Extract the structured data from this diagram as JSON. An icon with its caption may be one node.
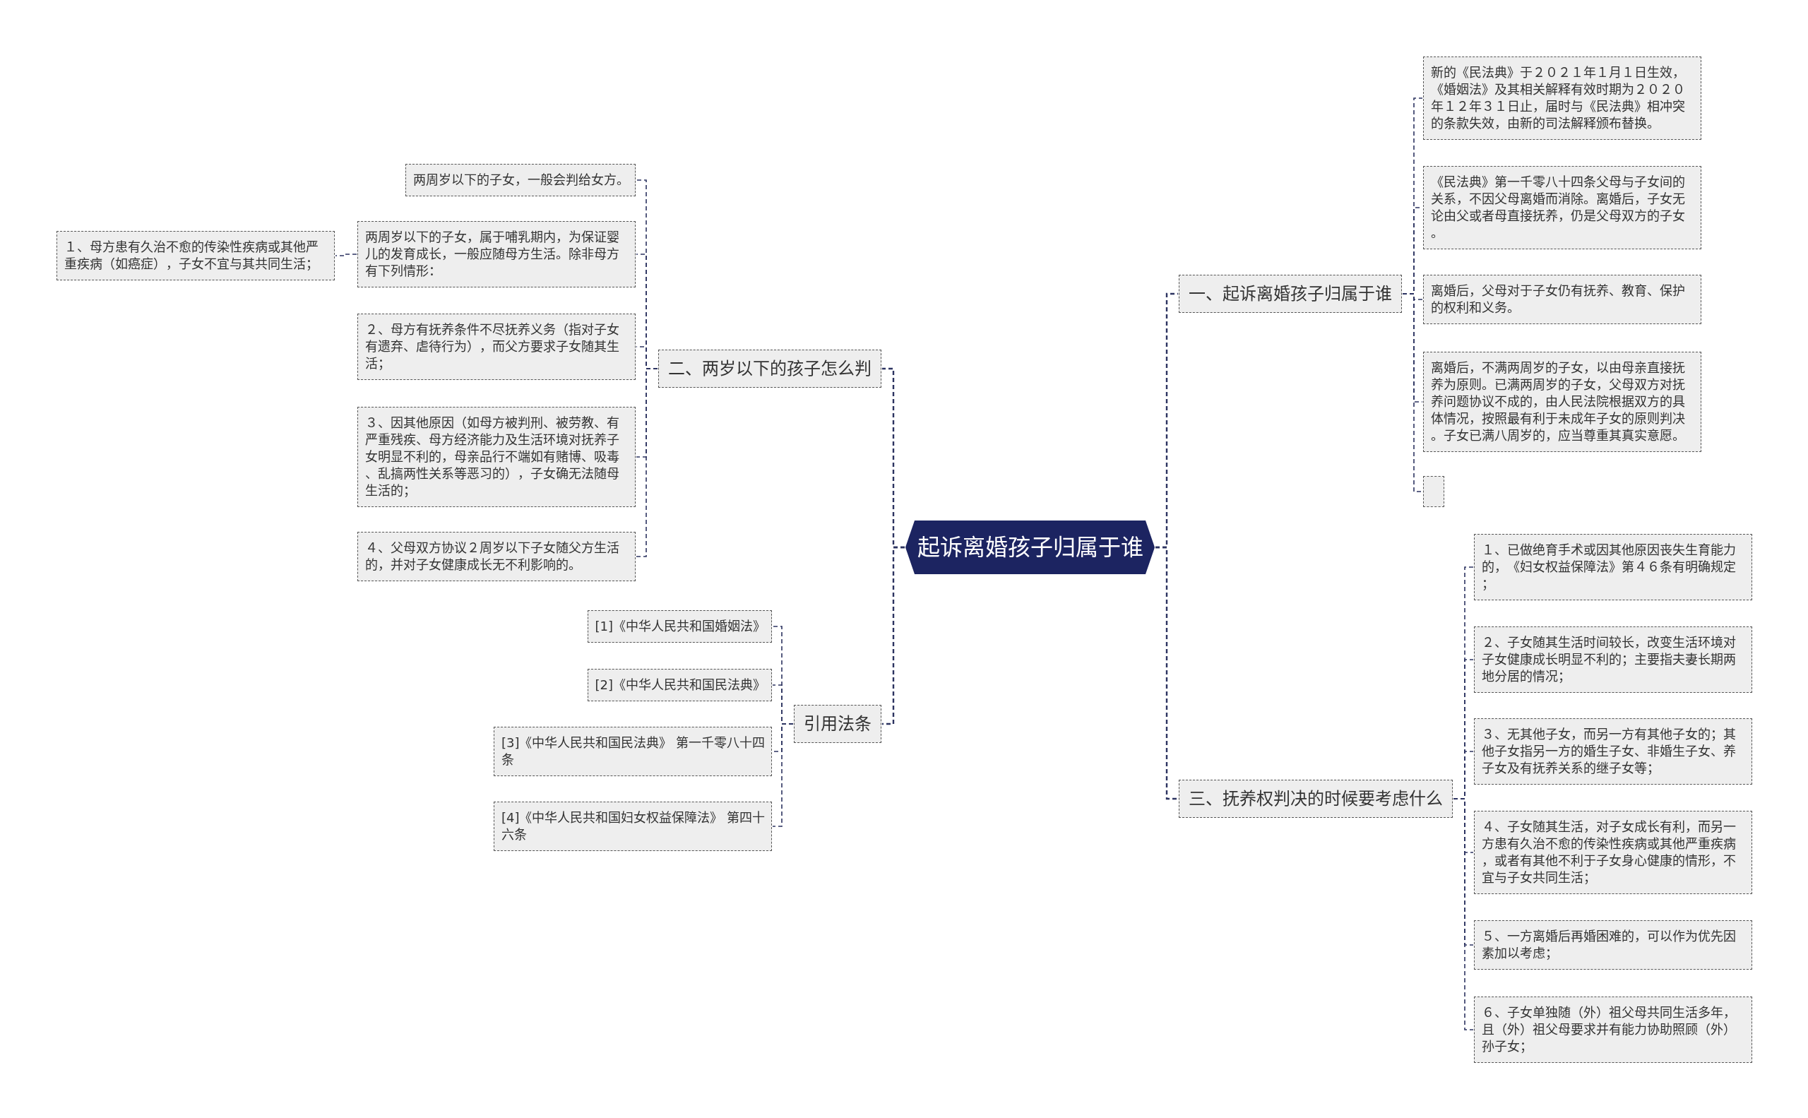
{
  "diagram": {
    "nodes": [
      {
        "text": [
          "起诉离婚孩子归属于谁"
        ]
      },
      {
        "text": [
          "一、起诉离婚孩子归属于谁"
        ]
      },
      {
        "text": [
          "新的《民法典》于２０２１年１月１日生效，《婚姻法》及其相关解释有效时期为２０２０年１２年３１日止，届时与《民法典》相冲突的条款失效，由新的司法解释颁布替换。"
        ]
      },
      {
        "text": [
          "《民法典》第一千零八十四条父母与子女间的关系，不因父母离婚而消除。离婚后，子女无论由父或者母直接抚养，仍是父母双方的子女。"
        ]
      },
      {
        "text": [
          "离婚后，父母对于子女仍有抚养、教育、保护的权利和义务。"
        ]
      },
      {
        "text": [
          "离婚后，不满两周岁的子女，以由母亲直接抚养为原则。已满两周岁的子女，父母双方对抚养问题协议不成的，由人民法院根据双方的具体情况，按照最有利于未成年子女的原则判决。子女已满八周岁的，应当尊重其真实意愿。"
        ]
      },
      {
        "text": [],
        "shape": "box"
      },
      {
        "text": [
          "三、抚养权判决的时候要考虑什么"
        ]
      },
      {
        "text": [
          "１、已做绝育手术或因其他原因丧失生育能力的，《妇女权益保障法》第４６条有明确规定；"
        ]
      },
      {
        "text": [
          "２、子女随其生活时间较长，改变生活环境对子女健康成长明显不利的；主要指夫妻长期两地分居的情况；"
        ]
      },
      {
        "text": [
          "３、无其他子女，而另一方有其他子女的；其他子女指另一方的婚生子女、非婚生子女、养子女及有抚养关系的继子女等；"
        ]
      },
      {
        "text": [
          "４、子女随其生活，对子女成长有利，而另一方患有久治不愈的传染性疾病或其他严重疾病，或者有其他不利于子女身心健康的情形，不宜与子女共同生活；"
        ]
      },
      {
        "text": [
          "５、一方离婚后再婚困难的，可以作为优先因素加以考虑；"
        ]
      },
      {
        "text": [
          "６、子女单独随（外）祖父母共同生活多年，且（外）祖父母要求并有能力协助照顾（外）孙子女；"
        ]
      },
      {
        "text": [
          "二、两岁以下的孩子怎么判"
        ]
      },
      {
        "text": [
          "两周岁以下的子女，一般会判给女方。"
        ]
      },
      {
        "text": [
          "两周岁以下的子女，属于哺乳期内，为保证婴儿的发育成长，一般应随母方生活。除非母方有下列情形："
        ]
      },
      {
        "text": [
          "１、母方患有久治不愈的传染性疾病或其他严重疾病（如癌症），子女不宜与其共同生活；"
        ]
      },
      {
        "text": [
          "２、母方有抚养条件不尽抚养义务（指对子女有遗弃、虐待行为），而父方要求子女随其生活；"
        ]
      },
      {
        "text": [
          "３、因其他原因（如母方被判刑、被劳教、有严重残疾、母方经济能力及生活环境对抚养子女明显不利的，母亲品行不端如有赌博、吸毒、乱搞两性关系等恶习的），子女确无法随母生活的；"
        ]
      },
      {
        "text": [
          "４、父母双方协议２周岁以下子女随父方生活的，并对子女健康成长无不利影响的。"
        ]
      },
      {
        "text": [
          "引用法条"
        ]
      },
      {
        "text": [
          "[1]《中华人民共和国婚姻法》"
        ]
      },
      {
        "text": [
          "[2]《中华人民共和国民法典》"
        ]
      },
      {
        "text": [
          "[3]《中华人民共和国民法典》 第一千零八十四条"
        ]
      },
      {
        "text": [
          "[4]《中华人民共和国妇女权益保障法》 第四十六条"
        ]
      }
    ],
    "edges": [
      {
        "from": 0,
        "to": 1,
        "arrow": "none",
        "style": "dashed"
      },
      {
        "from": 1,
        "to": 2,
        "arrow": "none",
        "style": "dashed"
      },
      {
        "from": 1,
        "to": 3,
        "arrow": "none",
        "style": "dashed"
      },
      {
        "from": 1,
        "to": 4,
        "arrow": "none",
        "style": "dashed"
      },
      {
        "from": 1,
        "to": 5,
        "arrow": "none",
        "style": "dashed"
      },
      {
        "from": 1,
        "to": 6,
        "arrow": "none",
        "style": "dashed"
      },
      {
        "from": 0,
        "to": 7,
        "arrow": "none",
        "style": "dashed"
      },
      {
        "from": 7,
        "to": 8,
        "arrow": "none",
        "style": "dashed"
      },
      {
        "from": 7,
        "to": 9,
        "arrow": "none",
        "style": "dashed"
      },
      {
        "from": 7,
        "to": 10,
        "arrow": "none",
        "style": "dashed"
      },
      {
        "from": 7,
        "to": 11,
        "arrow": "none",
        "style": "dashed"
      },
      {
        "from": 7,
        "to": 12,
        "arrow": "none",
        "style": "dashed"
      },
      {
        "from": 7,
        "to": 13,
        "arrow": "none",
        "style": "dashed"
      },
      {
        "from": 0,
        "to": 14,
        "arrow": "none",
        "style": "dashed"
      },
      {
        "from": 14,
        "to": 15,
        "arrow": "none",
        "style": "dashed"
      },
      {
        "from": 14,
        "to": 16,
        "arrow": "none",
        "style": "dashed"
      },
      {
        "from": 16,
        "to": 17,
        "arrow": "none",
        "style": "dashed"
      },
      {
        "from": 14,
        "to": 18,
        "arrow": "none",
        "style": "dashed"
      },
      {
        "from": 14,
        "to": 19,
        "arrow": "none",
        "style": "dashed"
      },
      {
        "from": 14,
        "to": 20,
        "arrow": "none",
        "style": "dashed"
      },
      {
        "from": 0,
        "to": 21,
        "arrow": "none",
        "style": "dashed"
      },
      {
        "from": 21,
        "to": 22,
        "arrow": "none",
        "style": "dashed"
      },
      {
        "from": 21,
        "to": 23,
        "arrow": "none",
        "style": "dashed"
      },
      {
        "from": 21,
        "to": 24,
        "arrow": "none",
        "style": "dashed"
      },
      {
        "from": 21,
        "to": 25,
        "arrow": "none",
        "style": "dashed"
      }
    ]
  }
}
